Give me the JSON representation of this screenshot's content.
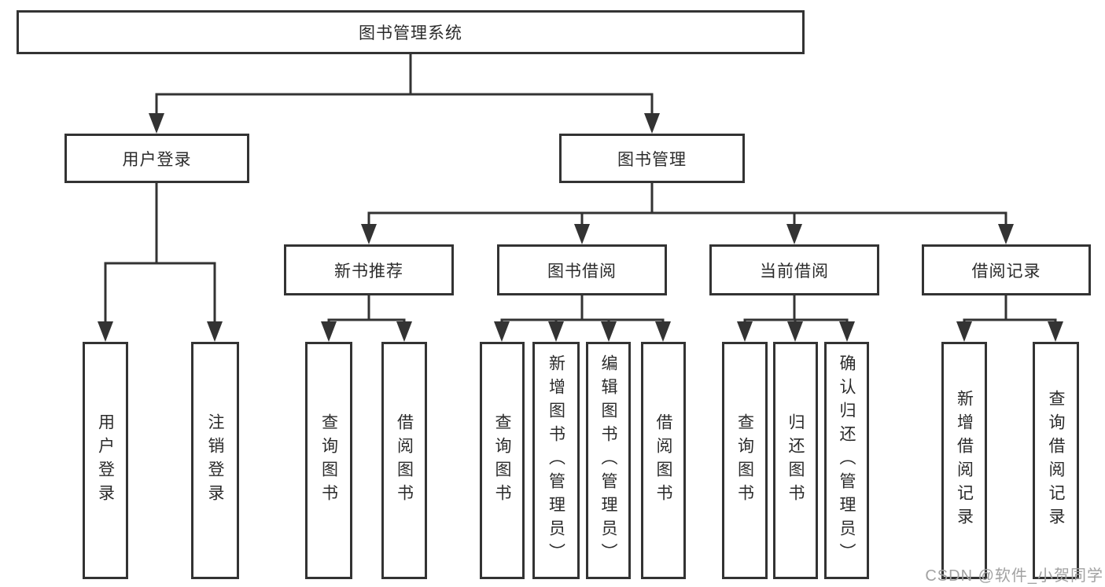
{
  "tree": {
    "label": "图书管理系统",
    "children": [
      {
        "label": "用户登录",
        "children": [
          {
            "label": "用户登录"
          },
          {
            "label": "注销登录"
          }
        ]
      },
      {
        "label": "图书管理",
        "children": [
          {
            "label": "新书推荐",
            "children": [
              {
                "label": "查询图书"
              },
              {
                "label": "借阅图书"
              }
            ]
          },
          {
            "label": "图书借阅",
            "children": [
              {
                "label": "查询图书"
              },
              {
                "label": "新增图书（管理员）"
              },
              {
                "label": "编辑图书（管理员）"
              },
              {
                "label": "借阅图书"
              }
            ]
          },
          {
            "label": "当前借阅",
            "children": [
              {
                "label": "查询图书"
              },
              {
                "label": "归还图书"
              },
              {
                "label": "确认归还（管理员）"
              }
            ]
          },
          {
            "label": "借阅记录",
            "children": [
              {
                "label": "新增借阅记录"
              },
              {
                "label": "查询借阅记录"
              }
            ]
          }
        ]
      }
    ]
  },
  "watermark": {
    "text": "CSDN @软件_小贺同学",
    "color": "#a2a2a2"
  },
  "colors": {
    "line": "#333333",
    "box_border": "#333333",
    "text": "#2b2b2b",
    "background": "#ffffff"
  }
}
